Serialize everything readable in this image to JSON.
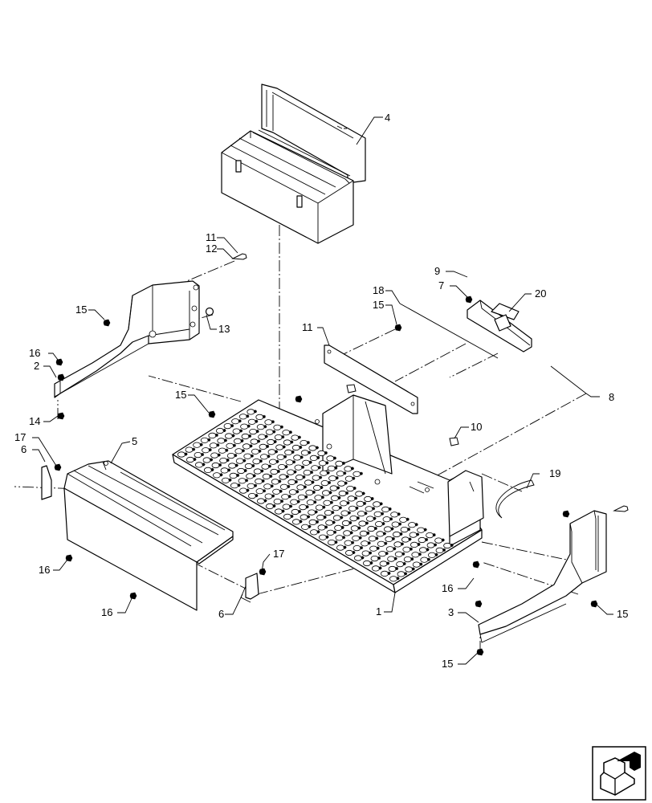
{
  "diagram": {
    "callouts": [
      {
        "id": "c1",
        "text": "1"
      },
      {
        "id": "c2",
        "text": "2"
      },
      {
        "id": "c3",
        "text": "3"
      },
      {
        "id": "c4",
        "text": "4"
      },
      {
        "id": "c5",
        "text": "5"
      },
      {
        "id": "c6a",
        "text": "6"
      },
      {
        "id": "c6b",
        "text": "6"
      },
      {
        "id": "c7",
        "text": "7"
      },
      {
        "id": "c8",
        "text": "8"
      },
      {
        "id": "c9",
        "text": "9"
      },
      {
        "id": "c10",
        "text": "10"
      },
      {
        "id": "c11",
        "text": "11"
      },
      {
        "id": "c12",
        "text": "12"
      },
      {
        "id": "c13",
        "text": "13"
      },
      {
        "id": "c14",
        "text": "14"
      },
      {
        "id": "c15a",
        "text": "15"
      },
      {
        "id": "c15b",
        "text": "15"
      },
      {
        "id": "c15c",
        "text": "15"
      },
      {
        "id": "c15d",
        "text": "15"
      },
      {
        "id": "c15e",
        "text": "15"
      },
      {
        "id": "c16a",
        "text": "16"
      },
      {
        "id": "c16b",
        "text": "16"
      },
      {
        "id": "c16c",
        "text": "16"
      },
      {
        "id": "c16d",
        "text": "16"
      },
      {
        "id": "c16e",
        "text": "16"
      },
      {
        "id": "c17a",
        "text": "17"
      },
      {
        "id": "c17b",
        "text": "17"
      },
      {
        "id": "c18",
        "text": "18"
      },
      {
        "id": "c19",
        "text": "19"
      },
      {
        "id": "c20",
        "text": "20"
      }
    ],
    "icons": {
      "nav": "return-arrow-icon"
    }
  }
}
